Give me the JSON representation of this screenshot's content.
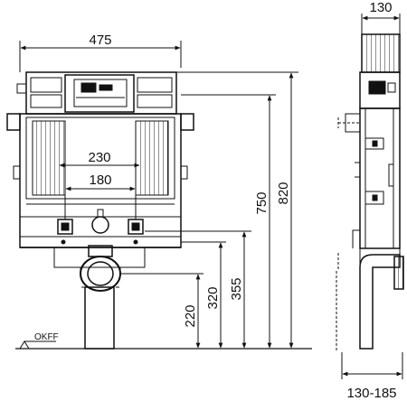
{
  "dimensions": {
    "frame_width": "475",
    "tank_width": "230",
    "inlet_spacing": "180",
    "depth_top": "130",
    "depth_bottom": "130-185",
    "height_total": "820",
    "height_frame": "750",
    "height_355": "355",
    "height_320": "320",
    "height_220": "220"
  },
  "floor_label": "OKFF"
}
